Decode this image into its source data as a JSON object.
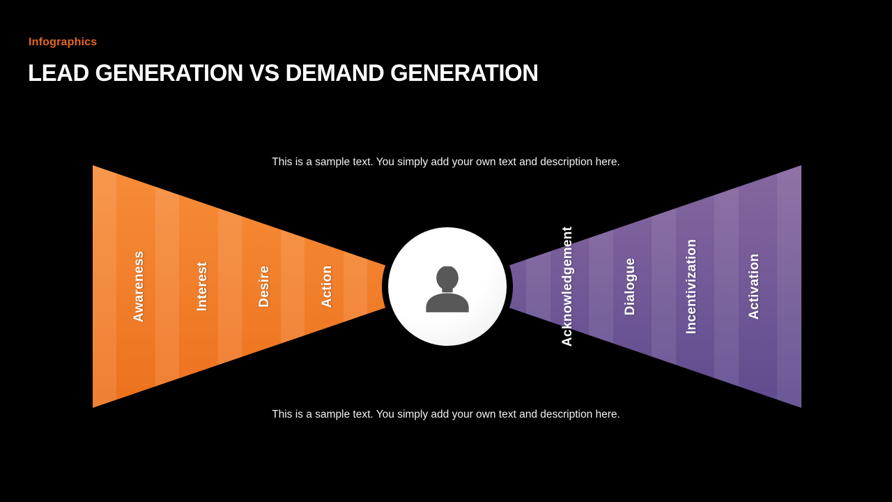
{
  "header": {
    "eyebrow": "Infographics",
    "title": "LEAD GENERATION VS DEMAND GENERATION"
  },
  "captions": {
    "top": "This is a sample text. You simply add your own text and description here.",
    "bottom": "This is a sample text. You simply add your own text and description here."
  },
  "left_funnel": {
    "stages": [
      "Awareness",
      "Interest",
      "Desire",
      "Action"
    ]
  },
  "right_funnel": {
    "stages": [
      "Acknowledgement",
      "Dialogue",
      "Incentivization",
      "Activation"
    ]
  },
  "center": {
    "icon": "person-icon"
  },
  "colors": {
    "background": "#000000",
    "eyebrow_orange": "#E8671F",
    "title_white": "#FFFFFF",
    "caption_gray": "#F2F2F2",
    "funnel_orange_top": "#F78C38",
    "funnel_orange_bottom": "#EC711D",
    "funnel_purple_top": "#86679F",
    "funnel_purple_bottom": "#5E4B8E",
    "person_icon_gray": "#585858"
  }
}
